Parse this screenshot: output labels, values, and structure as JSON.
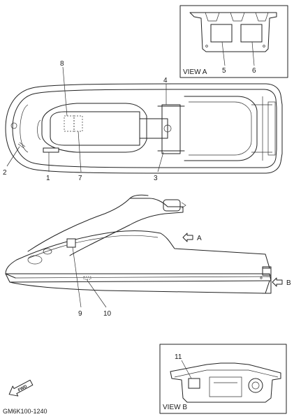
{
  "callouts": {
    "c1": "1",
    "c2": "2",
    "c3": "3",
    "c4": "4",
    "c5": "5",
    "c6": "6",
    "c7": "7",
    "c8": "8",
    "c9": "9",
    "c10": "10",
    "c11": "11",
    "view_a_marker": "A",
    "view_b_marker": "B"
  },
  "view_a": {
    "title": "VIEW A"
  },
  "view_b": {
    "title": "VIEW B"
  },
  "fwd_label": "FWD",
  "drawing_code": "GM6K100-1240"
}
